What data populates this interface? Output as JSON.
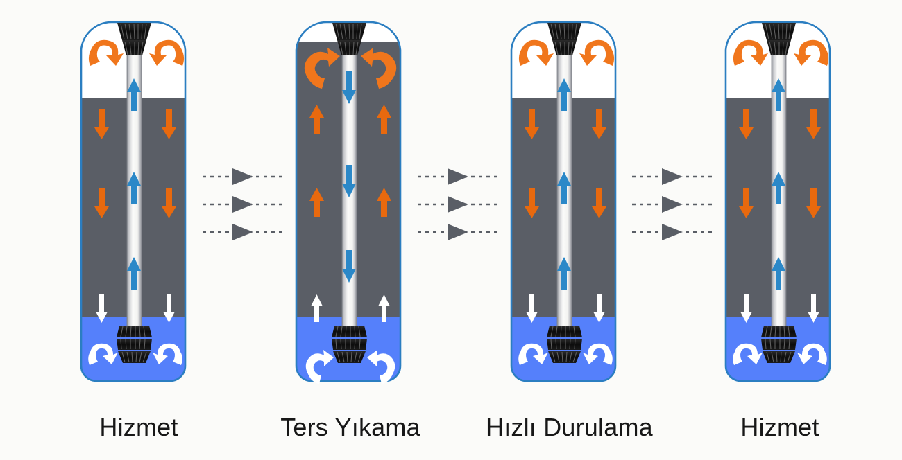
{
  "diagram": {
    "title_present": false,
    "background_color": "#fbfbf9",
    "colors": {
      "water_blue": "#5580fb",
      "media_gray": "#5a5e66",
      "vessel_outline": "#2b7ec1",
      "orange_arrow": "#f0761c",
      "blue_arrow": "#2b88c8",
      "white_arrow": "#ffffff",
      "dashed_arrow": "#5a5e66",
      "label_text": "#171717",
      "distributor_black": "#101010",
      "riser_pipe": "#f2f2f0"
    },
    "stages": [
      {
        "id": "stage-1",
        "label": "Hizmet",
        "media_level": "low",
        "upper_swirl_color": "orange",
        "upper_swirl_direction": "inward-down",
        "bed_arrow_color": "orange",
        "bed_arrow_direction": "down",
        "riser_arrow_color": "blue",
        "riser_arrow_direction": "up",
        "lower_arrow_color": "white",
        "lower_arrow_direction": "down",
        "lower_swirl_direction": "inward-down"
      },
      {
        "id": "stage-2",
        "label": "Ters Yıkama",
        "media_level": "high",
        "upper_swirl_color": "orange",
        "upper_swirl_direction": "outward-up",
        "bed_arrow_color": "orange",
        "bed_arrow_direction": "up",
        "riser_arrow_color": "blue",
        "riser_arrow_direction": "down",
        "lower_arrow_color": "white",
        "lower_arrow_direction": "up",
        "lower_swirl_direction": "outward-up"
      },
      {
        "id": "stage-3",
        "label": "Hızlı Durulama",
        "media_level": "low",
        "upper_swirl_color": "orange",
        "upper_swirl_direction": "inward-down",
        "bed_arrow_color": "orange",
        "bed_arrow_direction": "down",
        "riser_arrow_color": "blue",
        "riser_arrow_direction": "up",
        "lower_arrow_color": "white",
        "lower_arrow_direction": "down",
        "lower_swirl_direction": "inward-down"
      },
      {
        "id": "stage-4",
        "label": "Hizmet",
        "media_level": "low",
        "upper_swirl_color": "orange",
        "upper_swirl_direction": "inward-down",
        "bed_arrow_color": "orange",
        "bed_arrow_direction": "down",
        "riser_arrow_color": "blue",
        "riser_arrow_direction": "up",
        "lower_arrow_color": "white",
        "lower_arrow_direction": "down",
        "lower_swirl_direction": "inward-down"
      }
    ],
    "connectors": [
      {
        "id": "connector-1",
        "between": "stage-1 → stage-2",
        "line_count": 3,
        "style": "dashed-with-arrowhead"
      },
      {
        "id": "connector-2",
        "between": "stage-2 → stage-3",
        "line_count": 3,
        "style": "dashed-with-arrowhead"
      },
      {
        "id": "connector-3",
        "between": "stage-3 → stage-4",
        "line_count": 3,
        "style": "dashed-with-arrowhead"
      }
    ]
  }
}
